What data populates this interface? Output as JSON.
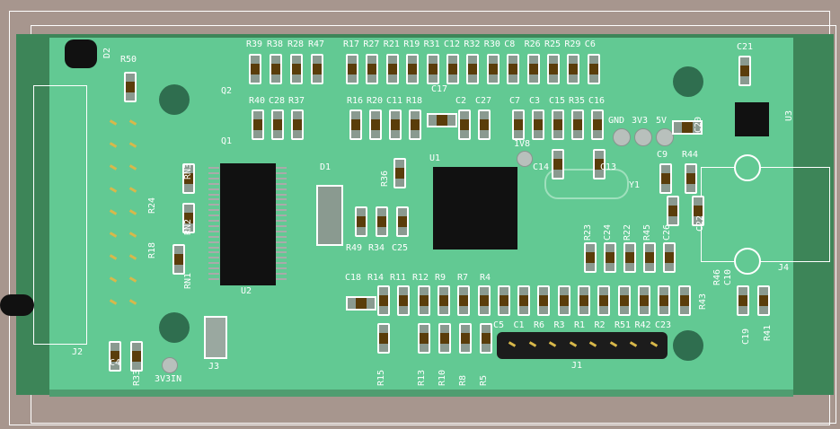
{
  "board_labels": {
    "row1a": [
      "R39",
      "R38",
      "R28",
      "R47"
    ],
    "row1b": [
      "R17",
      "R27",
      "R21",
      "R19",
      "R31",
      "C12",
      "R32",
      "R30",
      "C8",
      "R26",
      "R25",
      "R29",
      "C6"
    ],
    "row2a": [
      "R40",
      "C28",
      "R37"
    ],
    "row2b": [
      "R16",
      "R20",
      "C11",
      "R18"
    ],
    "row2c": [
      "C2",
      "C27"
    ],
    "row2d": [
      "C7",
      "C3",
      "C15",
      "R35",
      "C16"
    ],
    "row3": [
      "C18",
      "R14",
      "R11",
      "R12",
      "R9",
      "R7",
      "R4"
    ],
    "row4_rot": [
      "R15",
      "R13",
      "R10",
      "R8",
      "R5"
    ],
    "header_row": [
      "C5",
      "C1",
      "R6",
      "R3",
      "R1",
      "R2",
      "R51",
      "R42",
      "C23"
    ],
    "right_rot": [
      "R23",
      "C24",
      "R22",
      "R45",
      "C26"
    ],
    "right_top": [
      "C9",
      "R44"
    ],
    "misc": {
      "c17": "C17",
      "q2": "Q2",
      "q1": "Q1",
      "r50": "R50",
      "d2": "D2",
      "d1": "D1",
      "u1": "U1",
      "u2": "U2",
      "u3": "U3",
      "j1": "J1",
      "j2": "J2",
      "j3": "J3",
      "j4": "J4",
      "y1": "Y1",
      "c13": "C13",
      "c14": "C14",
      "c21": "C21",
      "c20": "C20",
      "c22": "C22",
      "c10": "C10",
      "r46": "R46",
      "r43": "R43",
      "c19": "C19",
      "r41": "R41",
      "c4": "C4",
      "r33": "R33",
      "in3v3": "3V3IN",
      "gnd": "GND",
      "v33": "3V3",
      "v5": "5V",
      "v18": "1V8",
      "rn1": "RN1",
      "rn2": "RN2",
      "rn3": "RN3",
      "r24": "R24",
      "r18": "R18",
      "r36": "R36",
      "r49": "R49",
      "r34": "R34",
      "c25": "C25"
    }
  },
  "colors": {
    "board": "#62c993",
    "background": "#a7968e",
    "silkscreen": "#ffffff"
  }
}
